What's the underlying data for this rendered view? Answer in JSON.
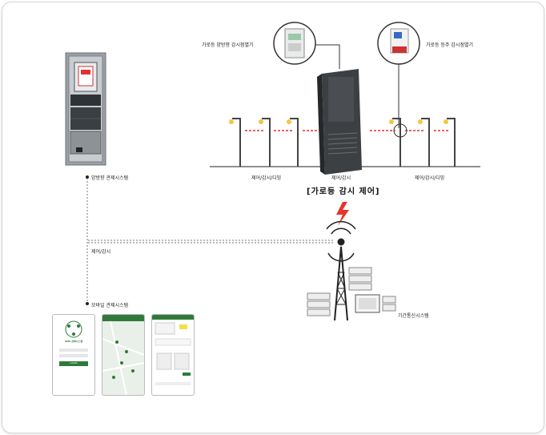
{
  "labels": {
    "control_system": "양방향 관제시스템",
    "dir_monitor_device": "가로등 양방향 감시점멸기",
    "pole_monitor_device": "가로등 등주 감시점멸기",
    "left_group": "제어/감시/디밍",
    "center_group": "제어/감시",
    "right_group": "제어/감시/디밍",
    "main_caption": "[가로등 감시 제어]",
    "link_label": "제어/감시",
    "mobile_system": "모바일 관제시스템",
    "comm_system": "기간통신시스템"
  },
  "phone1": {
    "title": "SMS 관제시스템",
    "login": "LOGIN"
  },
  "colors": {
    "accent_green": "#2f7a3a",
    "arrow_red": "#e03030",
    "lightning": "#e8322a"
  }
}
